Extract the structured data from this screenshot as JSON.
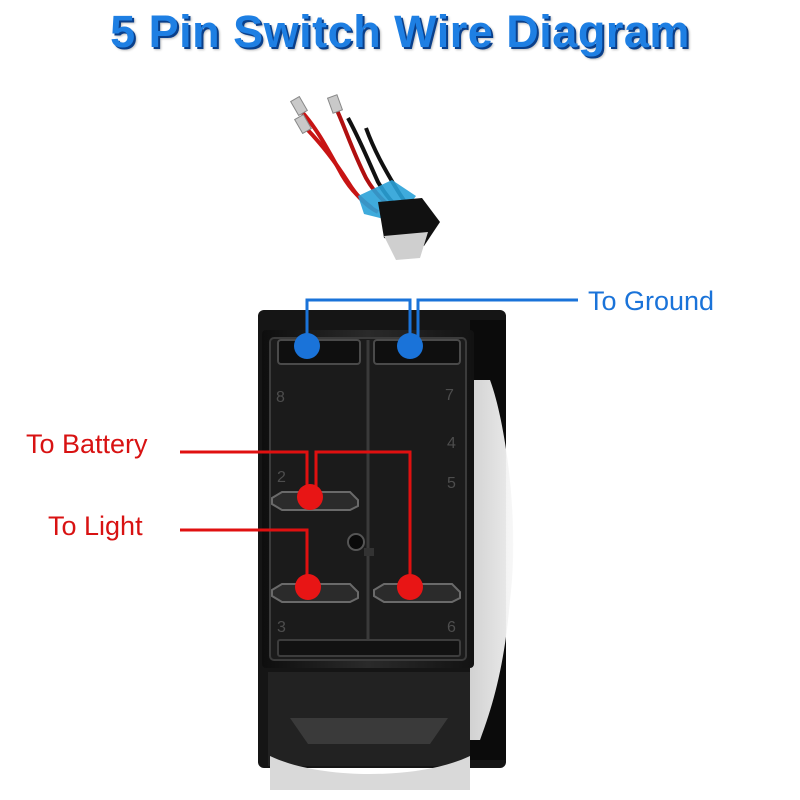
{
  "title": "5 Pin Switch Wire Diagram",
  "labels": {
    "ground": "To Ground",
    "battery": "To Battery",
    "light": "To Light"
  },
  "pin_numbers": [
    "8",
    "7",
    "4",
    "5",
    "2",
    "3",
    "6"
  ],
  "colors": {
    "title": "#1e7fe3",
    "ground_wire": "#1a73d9",
    "power_wire": "#e01010",
    "switch_body": "#1c1c1c"
  },
  "icons": {
    "thumbnail": "rocker-switch-with-wires-icon",
    "switch": "rocker-switch-back-icon"
  }
}
